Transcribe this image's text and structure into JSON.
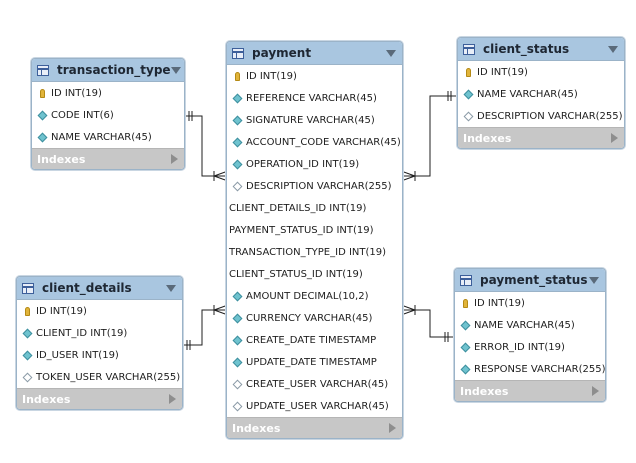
{
  "entities": {
    "transaction_type": {
      "title": "transaction_type",
      "columns": [
        {
          "text": "ID INT(19)",
          "icon": "key-icon"
        },
        {
          "text": "CODE INT(6)",
          "icon": "filled-diamond-icon"
        },
        {
          "text": "NAME VARCHAR(45)",
          "icon": "filled-diamond-icon"
        }
      ],
      "footer": "Indexes"
    },
    "payment": {
      "title": "payment",
      "columns": [
        {
          "text": "ID INT(19)",
          "icon": "key-icon"
        },
        {
          "text": "REFERENCE VARCHAR(45)",
          "icon": "filled-diamond-icon"
        },
        {
          "text": "SIGNATURE VARCHAR(45)",
          "icon": "filled-diamond-icon"
        },
        {
          "text": "ACCOUNT_CODE VARCHAR(45)",
          "icon": "filled-diamond-icon"
        },
        {
          "text": "OPERATION_ID INT(19)",
          "icon": "filled-diamond-icon"
        },
        {
          "text": "DESCRIPTION VARCHAR(255)",
          "icon": "open-diamond-icon"
        },
        {
          "text": "CLIENT_DETAILS_ID INT(19)",
          "icon": "none"
        },
        {
          "text": "PAYMENT_STATUS_ID INT(19)",
          "icon": "none"
        },
        {
          "text": "TRANSACTION_TYPE_ID INT(19)",
          "icon": "none"
        },
        {
          "text": "CLIENT_STATUS_ID INT(19)",
          "icon": "none"
        },
        {
          "text": "AMOUNT DECIMAL(10,2)",
          "icon": "filled-diamond-icon"
        },
        {
          "text": "CURRENCY VARCHAR(45)",
          "icon": "filled-diamond-icon"
        },
        {
          "text": "CREATE_DATE TIMESTAMP",
          "icon": "filled-diamond-icon"
        },
        {
          "text": "UPDATE_DATE TIMESTAMP",
          "icon": "filled-diamond-icon"
        },
        {
          "text": "CREATE_USER VARCHAR(45)",
          "icon": "open-diamond-icon"
        },
        {
          "text": "UPDATE_USER VARCHAR(45)",
          "icon": "open-diamond-icon"
        }
      ],
      "footer": "Indexes"
    },
    "client_status": {
      "title": "client_status",
      "columns": [
        {
          "text": "ID INT(19)",
          "icon": "key-icon"
        },
        {
          "text": "NAME VARCHAR(45)",
          "icon": "filled-diamond-icon"
        },
        {
          "text": "DESCRIPTION VARCHAR(255)",
          "icon": "open-diamond-icon"
        }
      ],
      "footer": "Indexes"
    },
    "client_details": {
      "title": "client_details",
      "columns": [
        {
          "text": "ID INT(19)",
          "icon": "key-icon"
        },
        {
          "text": "CLIENT_ID INT(19)",
          "icon": "filled-diamond-icon"
        },
        {
          "text": "ID_USER INT(19)",
          "icon": "filled-diamond-icon"
        },
        {
          "text": "TOKEN_USER VARCHAR(255)",
          "icon": "open-diamond-icon"
        }
      ],
      "footer": "Indexes"
    },
    "payment_status": {
      "title": "payment_status",
      "columns": [
        {
          "text": "ID INT(19)",
          "icon": "key-icon"
        },
        {
          "text": "NAME VARCHAR(45)",
          "icon": "filled-diamond-icon"
        },
        {
          "text": "ERROR_ID INT(19)",
          "icon": "filled-diamond-icon"
        },
        {
          "text": "RESPONSE VARCHAR(255)",
          "icon": "filled-diamond-icon"
        }
      ],
      "footer": "Indexes"
    }
  }
}
